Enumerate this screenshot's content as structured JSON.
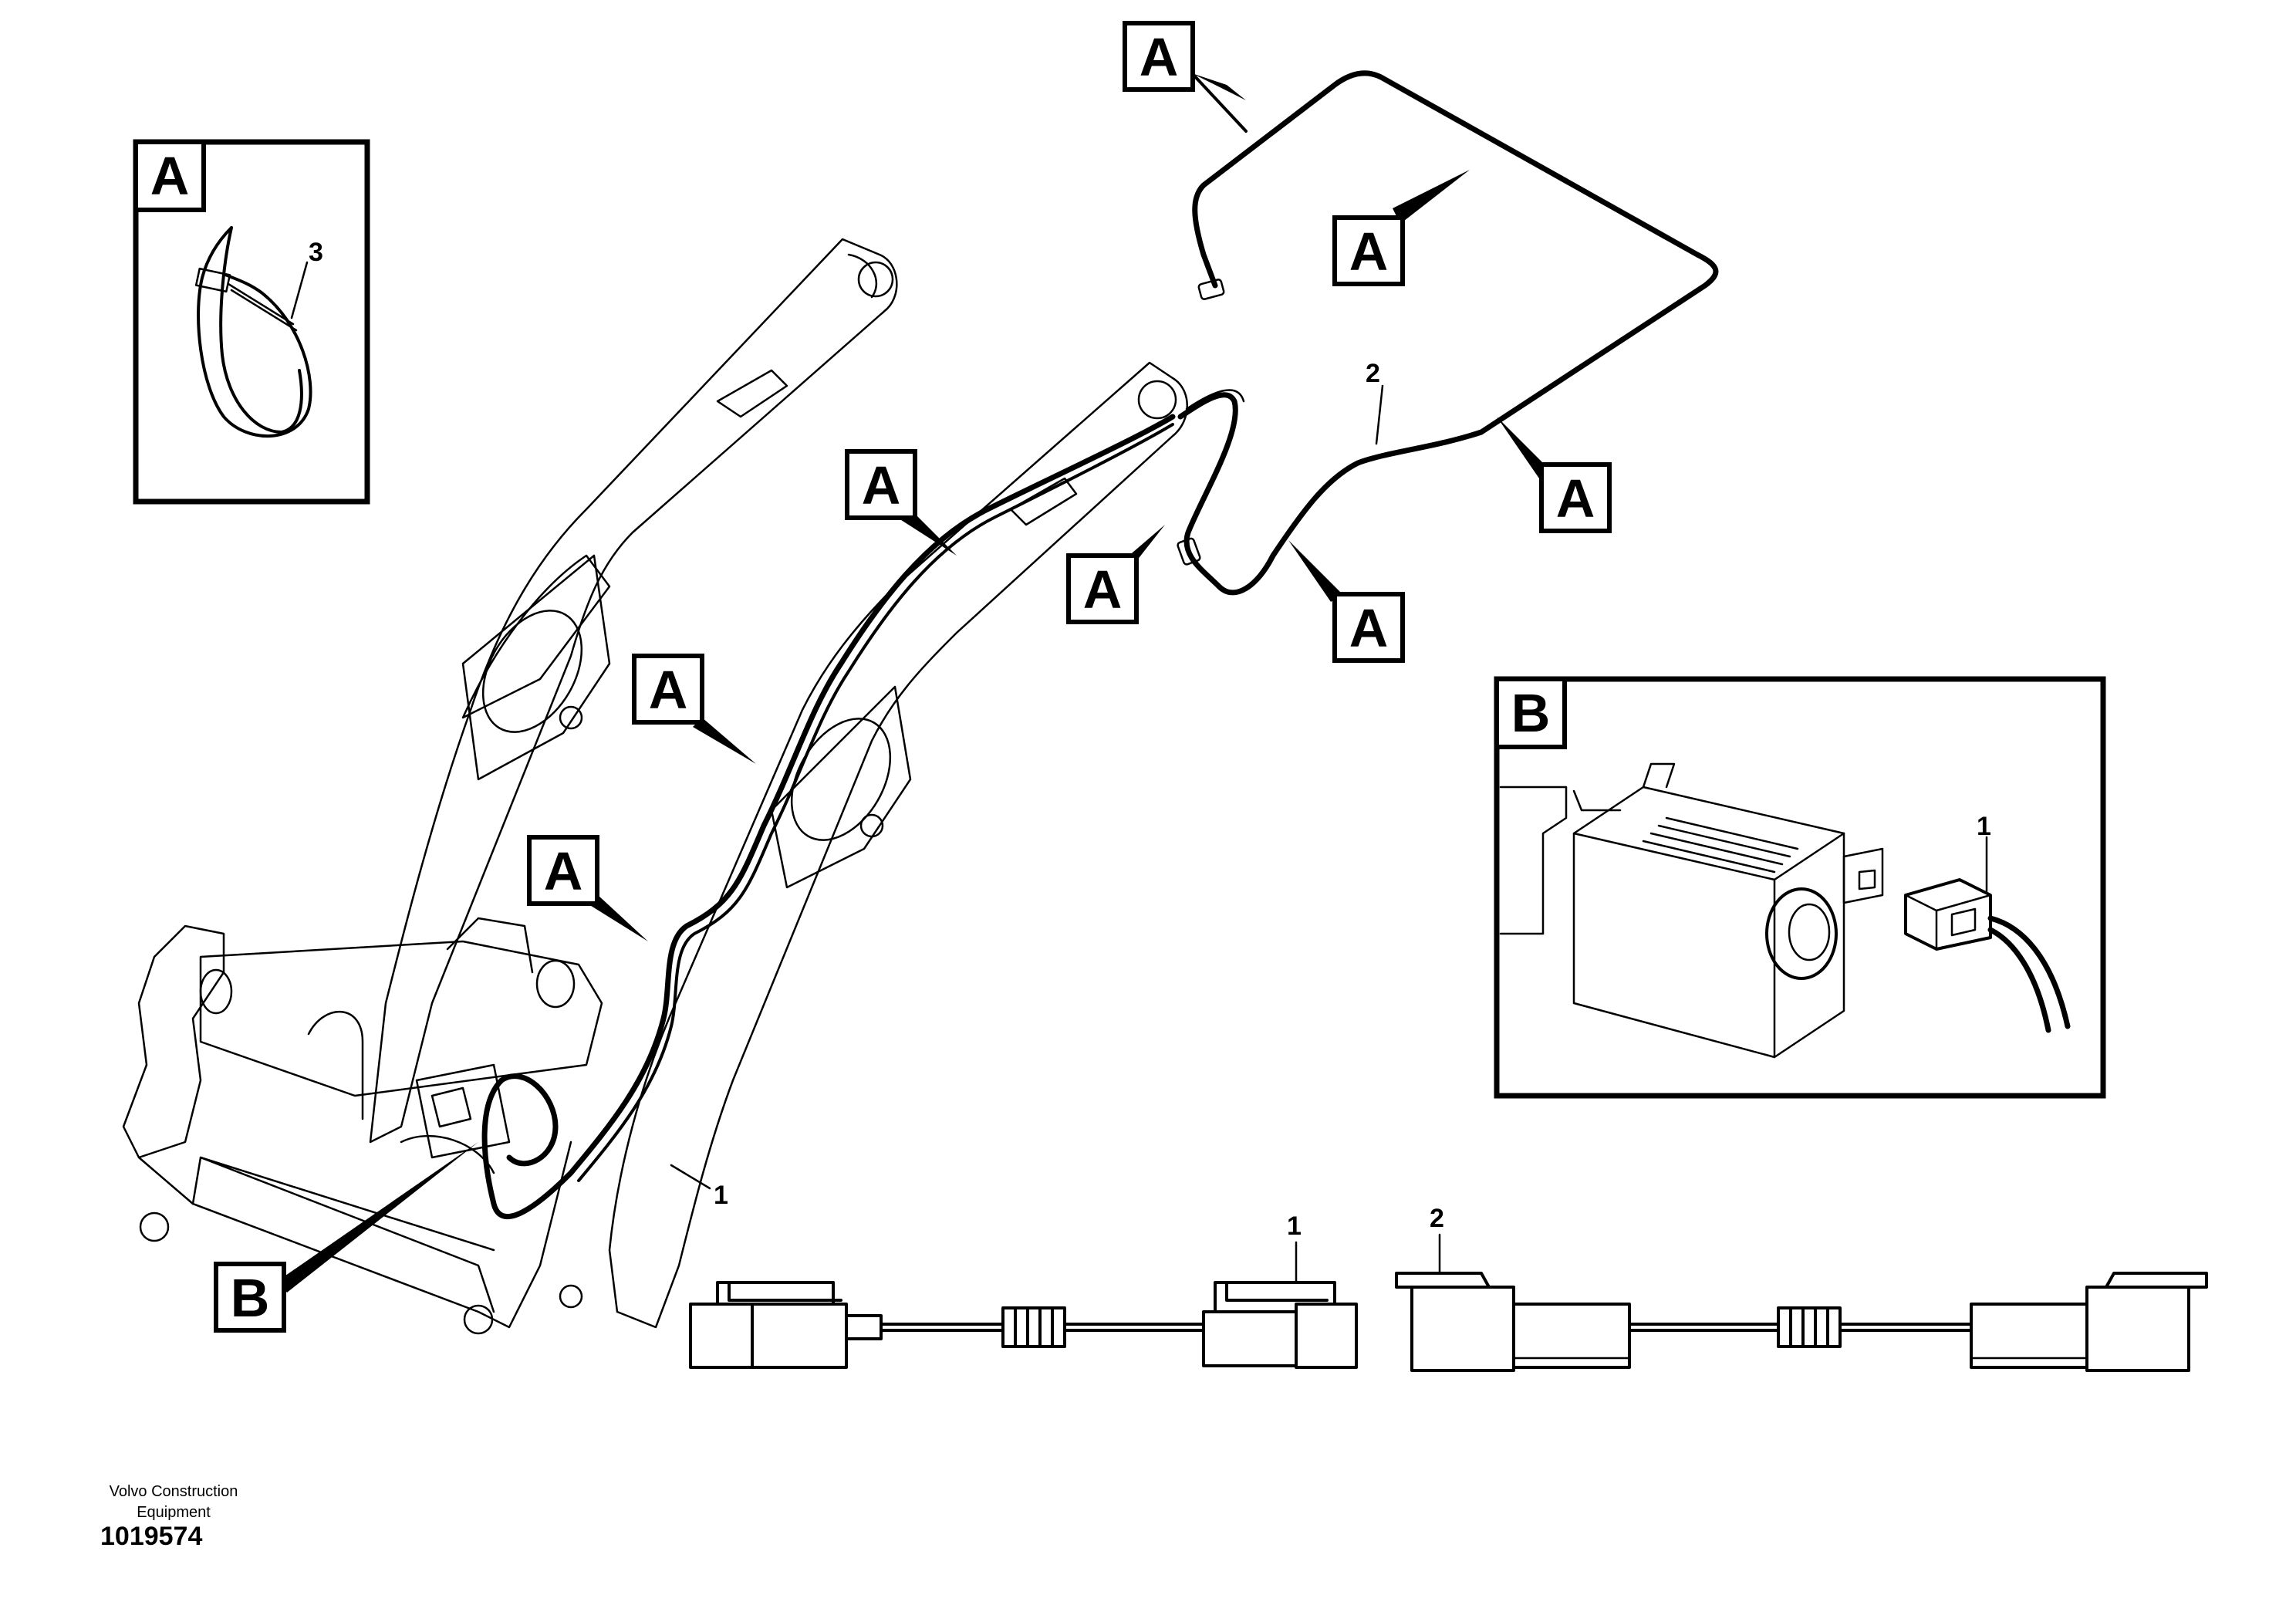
{
  "callouts": {
    "view_a": "A",
    "view_b": "B"
  },
  "part_numbers": {
    "cable_tie": "3",
    "harness_long": "2",
    "harness_main": "1",
    "inset_b_cable": "1",
    "connector_1": "1",
    "connector_2": "2"
  },
  "footer": {
    "company_line1": "Volvo Construction",
    "company_line2": "Equipment",
    "drawing_number": "1019574"
  }
}
